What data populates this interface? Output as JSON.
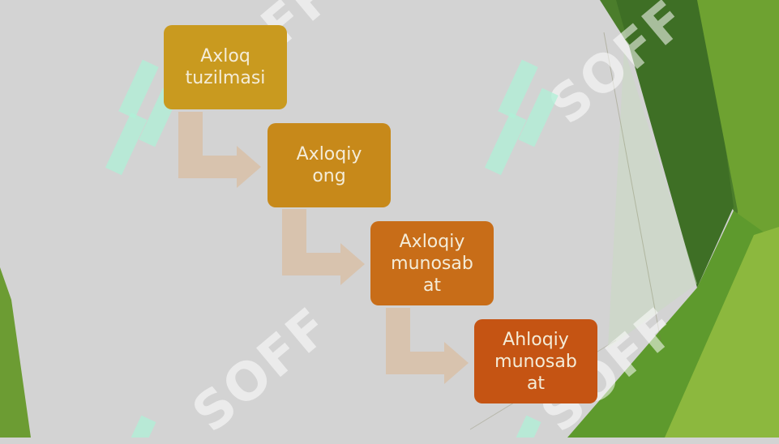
{
  "diagram": {
    "steps": [
      {
        "label": "Axloq\ntuzilmasi",
        "color": "#c99a1f"
      },
      {
        "label": "Axloqiy\nong",
        "color": "#c7891a"
      },
      {
        "label": "Axloqiy\nmunosab\nat",
        "color": "#c86d18"
      },
      {
        "label": "Ahloqiy\nmunosab\nat",
        "color": "#c55413"
      }
    ],
    "arrow_color": "#d8c3ae"
  },
  "watermark": {
    "text": "SOFF",
    "color": "#ffffff"
  },
  "theme": {
    "background": "#d3d3d3",
    "green_dark": "#3f6e26",
    "green_mid": "#5e9a2d",
    "green_light": "#8cb83e"
  }
}
